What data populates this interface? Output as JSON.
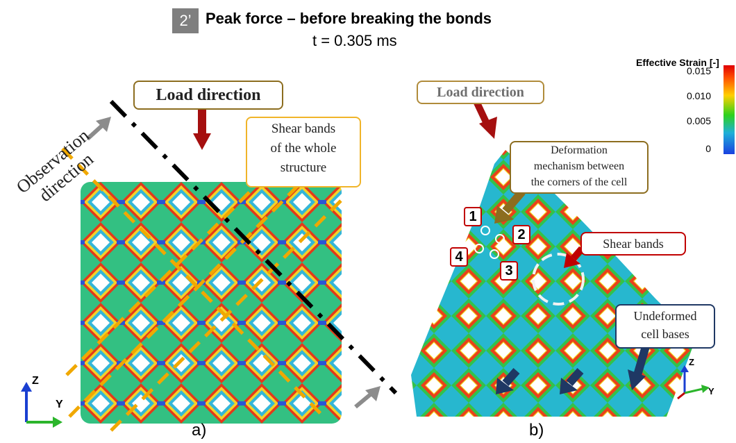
{
  "header": {
    "badge": "2’",
    "title": "Peak force – before breaking the bonds",
    "subtitle": "t = 0.305 ms"
  },
  "panel_a": {
    "load_direction": "Load direction",
    "observation_line1": "Observation",
    "observation_line2": "direction",
    "shear_bands_line1": "Shear bands",
    "shear_bands_line2": "of the whole",
    "shear_bands_line3": "structure",
    "axis_z": "Z",
    "axis_y": "Y",
    "label": "a)"
  },
  "panel_b": {
    "load_direction": "Load direction",
    "deformation_line1": "Deformation",
    "deformation_line2": "mechanism between",
    "deformation_line3": "the corners of the cell",
    "shear_bands": "Shear bands",
    "undeformed_line1": "Undeformed",
    "undeformed_line2": "cell bases",
    "points": [
      "1",
      "2",
      "3",
      "4"
    ],
    "axis_z": "Z",
    "axis_y": "Y",
    "label": "b)"
  },
  "legend": {
    "title": "Effective Strain [-]",
    "ticks": [
      "0.015",
      "0.010",
      "0.005",
      "0"
    ]
  },
  "colors": {
    "load_arrow": "#a50f0f",
    "shear_dash": "#f0a800",
    "observation_arrow": "#8c8c8c",
    "undeformed_arrow": "#1f3864",
    "deformation_arrow": "#8c6d1f"
  }
}
